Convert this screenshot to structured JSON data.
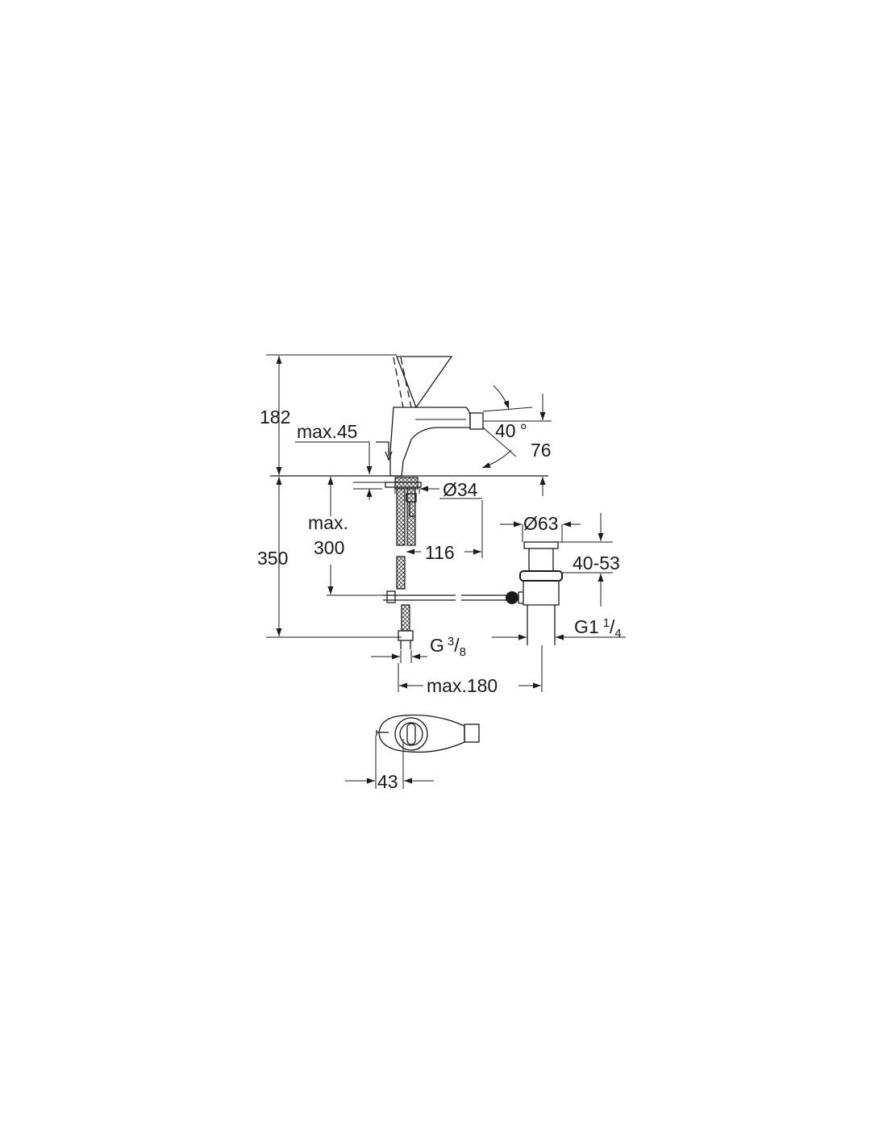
{
  "dimensions": {
    "height_total": "182",
    "max_45": "max.45",
    "angle": "40",
    "angle_unit": "°",
    "spout_height": "76",
    "hole_diameter": "Ø34",
    "max_300_line1": "max.",
    "max_300_line2": "300",
    "height_350": "350",
    "offset_116": "116",
    "waste_diameter": "Ø63",
    "waste_range": "40-53",
    "waste_thread_main": "G1",
    "waste_thread_num": "1",
    "waste_thread_sep": "/",
    "waste_thread_den": "4",
    "supply_thread_main": "G",
    "supply_thread_num": "3",
    "supply_thread_sep": "/",
    "supply_thread_den": "8",
    "max_180": "max.180",
    "lever_43": "43"
  },
  "colors": {
    "line": "#1a1a1a",
    "background": "#ffffff"
  }
}
